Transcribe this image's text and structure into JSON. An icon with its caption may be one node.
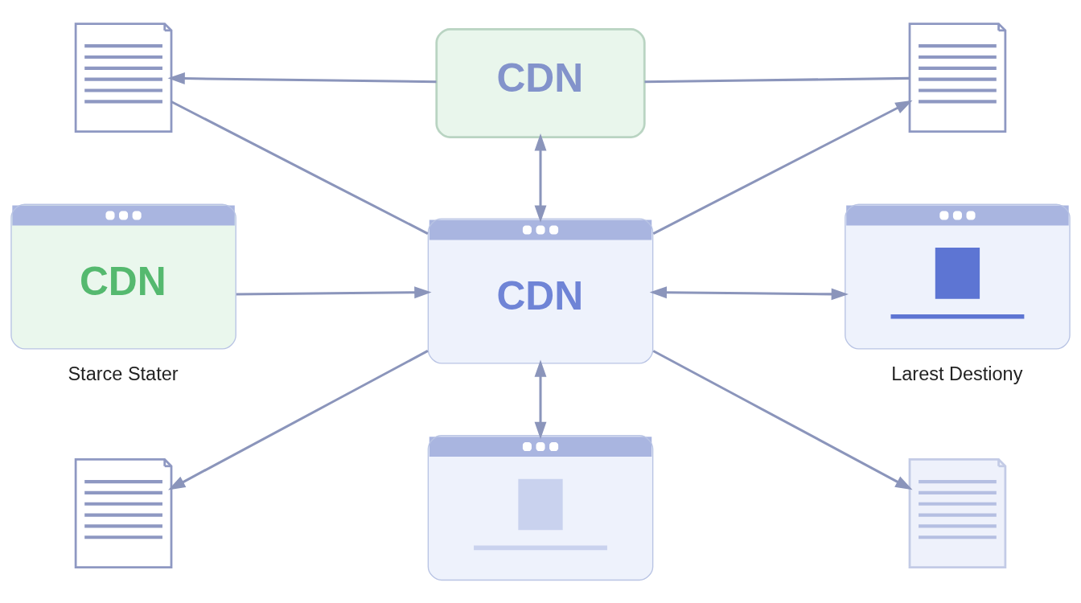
{
  "diagram": {
    "nodes": [
      {
        "text": [],
        "shape": "document"
      },
      {
        "text": [
          "CDN"
        ]
      },
      {
        "text": [],
        "shape": "document"
      },
      {
        "text": [
          "CDN"
        ],
        "beside": [
          "Starce Stater"
        ]
      },
      {
        "text": [
          "CDN"
        ]
      },
      {
        "text": [],
        "shape": "window",
        "beside": [
          "Larest Destiony"
        ]
      },
      {
        "text": [],
        "shape": "document"
      },
      {
        "text": [],
        "shape": "window"
      },
      {
        "text": [],
        "shape": "document"
      }
    ],
    "edges": [
      {
        "from": 1,
        "to": 0,
        "arrow": "to"
      },
      {
        "from": 1,
        "to": 2,
        "arrow": "none"
      },
      {
        "from": 0,
        "to": 4,
        "arrow": "none"
      },
      {
        "from": 1,
        "to": 4,
        "arrow": "both"
      },
      {
        "from": 4,
        "to": 2,
        "arrow": "to"
      },
      {
        "from": 3,
        "to": 4,
        "arrow": "to"
      },
      {
        "from": 4,
        "to": 5,
        "arrow": "both"
      },
      {
        "from": 4,
        "to": 6,
        "arrow": "to"
      },
      {
        "from": 4,
        "to": 7,
        "arrow": "both"
      },
      {
        "from": 4,
        "to": 8,
        "arrow": "to"
      }
    ]
  }
}
